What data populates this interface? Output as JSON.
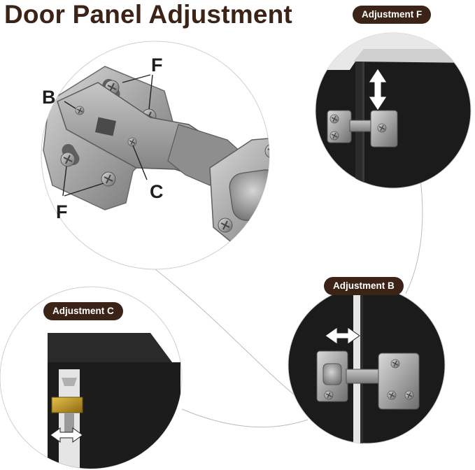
{
  "title": "Door Panel Adjustment",
  "labels": {
    "adjustment_f": "Adjustment F",
    "adjustment_b": "Adjustment B",
    "adjustment_c": "Adjustment C"
  },
  "callouts": {
    "b": "B",
    "c": "C",
    "f_top": "F",
    "f_bottom": "F"
  },
  "colors": {
    "title_brown": "#3b2318",
    "badge_brown": "#3b2318",
    "panel_dark": "#1e1e1e",
    "hinge_metal": "#9a9a9a"
  }
}
